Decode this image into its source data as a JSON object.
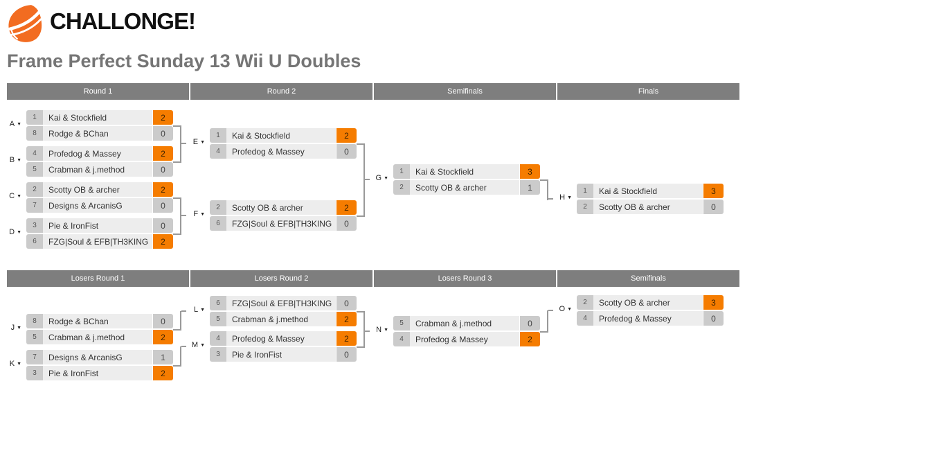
{
  "brand": "CHALLONGE!",
  "page_title": "Frame Perfect Sunday 13 Wii U Doubles",
  "colors": {
    "brand_orange": "#F26C21",
    "winner_score_bg": "#F57C00",
    "header_bg": "#7E7E7E",
    "seed_bg": "#CBCBCB",
    "name_bg": "#EDEDED",
    "loser_score_bg": "#CBCBCB",
    "connector": "#999999",
    "title_color": "#757575"
  },
  "winners_bracket": {
    "rounds": [
      "Round 1",
      "Round 2",
      "Semifinals",
      "Finals"
    ],
    "matches": [
      {
        "id": "A",
        "teams": [
          {
            "seed": "1",
            "name": "Kai & Stockfield",
            "score": "2",
            "winner": true
          },
          {
            "seed": "8",
            "name": "Rodge & BChan",
            "score": "0",
            "winner": false
          }
        ]
      },
      {
        "id": "B",
        "teams": [
          {
            "seed": "4",
            "name": "Profedog & Massey",
            "score": "2",
            "winner": true
          },
          {
            "seed": "5",
            "name": "Crabman & j.method",
            "score": "0",
            "winner": false
          }
        ]
      },
      {
        "id": "C",
        "teams": [
          {
            "seed": "2",
            "name": "Scotty OB & archer",
            "score": "2",
            "winner": true
          },
          {
            "seed": "7",
            "name": "Designs & ArcanisG",
            "score": "0",
            "winner": false
          }
        ]
      },
      {
        "id": "D",
        "teams": [
          {
            "seed": "3",
            "name": "Pie & IronFist",
            "score": "0",
            "winner": false
          },
          {
            "seed": "6",
            "name": "FZG|Soul & EFB|TH3KING",
            "score": "2",
            "winner": true
          }
        ]
      },
      {
        "id": "E",
        "teams": [
          {
            "seed": "1",
            "name": "Kai & Stockfield",
            "score": "2",
            "winner": true
          },
          {
            "seed": "4",
            "name": "Profedog & Massey",
            "score": "0",
            "winner": false
          }
        ]
      },
      {
        "id": "F",
        "teams": [
          {
            "seed": "2",
            "name": "Scotty OB & archer",
            "score": "2",
            "winner": true
          },
          {
            "seed": "6",
            "name": "FZG|Soul & EFB|TH3KING",
            "score": "0",
            "winner": false
          }
        ]
      },
      {
        "id": "G",
        "teams": [
          {
            "seed": "1",
            "name": "Kai & Stockfield",
            "score": "3",
            "winner": true
          },
          {
            "seed": "2",
            "name": "Scotty OB & archer",
            "score": "1",
            "winner": false
          }
        ]
      },
      {
        "id": "H",
        "teams": [
          {
            "seed": "1",
            "name": "Kai & Stockfield",
            "score": "3",
            "winner": true
          },
          {
            "seed": "2",
            "name": "Scotty OB & archer",
            "score": "0",
            "winner": false
          }
        ]
      }
    ]
  },
  "losers_bracket": {
    "rounds": [
      "Losers Round 1",
      "Losers Round 2",
      "Losers Round 3",
      "Semifinals"
    ],
    "matches": [
      {
        "id": "J",
        "teams": [
          {
            "seed": "8",
            "name": "Rodge & BChan",
            "score": "0",
            "winner": false
          },
          {
            "seed": "5",
            "name": "Crabman & j.method",
            "score": "2",
            "winner": true
          }
        ]
      },
      {
        "id": "K",
        "teams": [
          {
            "seed": "7",
            "name": "Designs & ArcanisG",
            "score": "1",
            "winner": false
          },
          {
            "seed": "3",
            "name": "Pie & IronFist",
            "score": "2",
            "winner": true
          }
        ]
      },
      {
        "id": "L",
        "teams": [
          {
            "seed": "6",
            "name": "FZG|Soul & EFB|TH3KING",
            "score": "0",
            "winner": false
          },
          {
            "seed": "5",
            "name": "Crabman & j.method",
            "score": "2",
            "winner": true
          }
        ]
      },
      {
        "id": "M",
        "teams": [
          {
            "seed": "4",
            "name": "Profedog & Massey",
            "score": "2",
            "winner": true
          },
          {
            "seed": "3",
            "name": "Pie & IronFist",
            "score": "0",
            "winner": false
          }
        ]
      },
      {
        "id": "N",
        "teams": [
          {
            "seed": "5",
            "name": "Crabman & j.method",
            "score": "0",
            "winner": false
          },
          {
            "seed": "4",
            "name": "Profedog & Massey",
            "score": "2",
            "winner": true
          }
        ]
      },
      {
        "id": "O",
        "teams": [
          {
            "seed": "2",
            "name": "Scotty OB & archer",
            "score": "3",
            "winner": true
          },
          {
            "seed": "4",
            "name": "Profedog & Massey",
            "score": "0",
            "winner": false
          }
        ]
      }
    ]
  }
}
